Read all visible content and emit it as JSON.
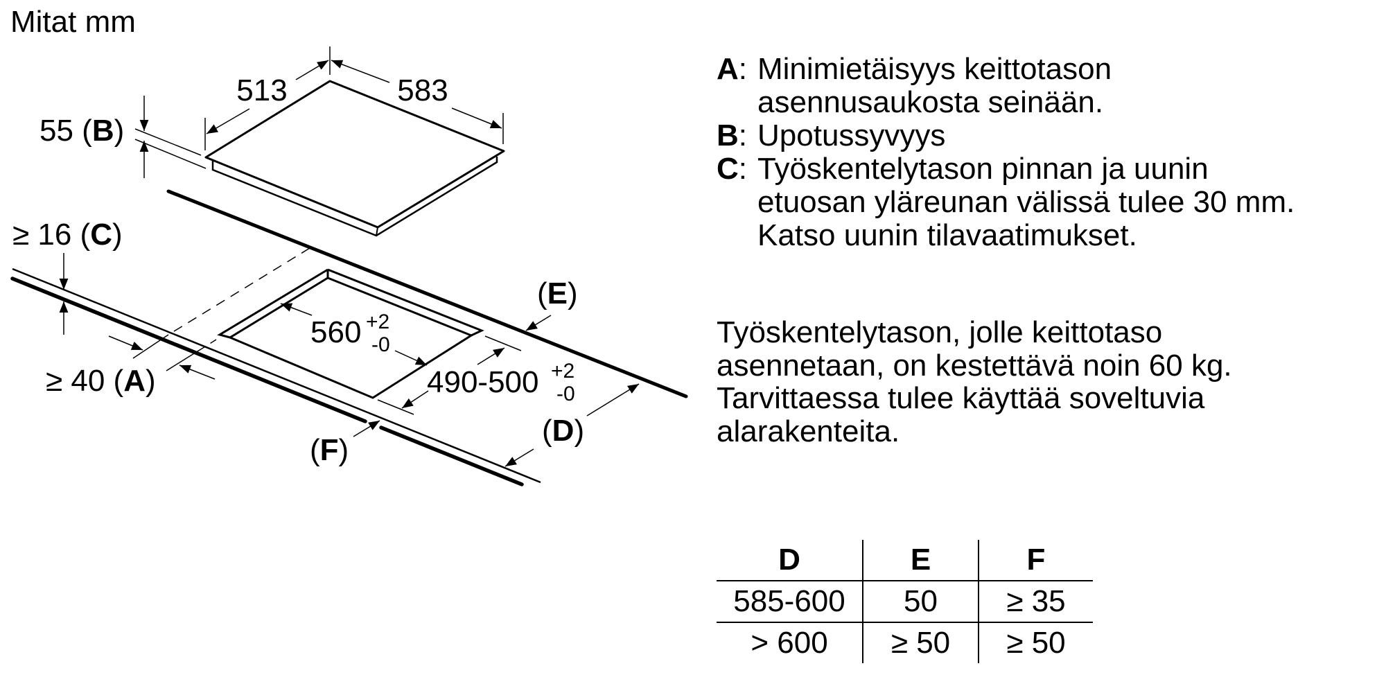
{
  "header": {
    "title": "Mitat mm"
  },
  "diagram": {
    "hob_depth": "513",
    "hob_width": "583",
    "embed_depth": {
      "value": "55 (",
      "letter": "B",
      "close": ")"
    },
    "oven_gap": {
      "value": "≥ 16 (",
      "letter": "C",
      "close": ")"
    },
    "wall_distance": {
      "value": "≥ 40 (",
      "letter": "A",
      "close": ")"
    },
    "cutout_width": {
      "value": "560",
      "tol_plus": "+2",
      "tol_minus": "-0"
    },
    "cutout_depth": {
      "value": "490-500",
      "tol_plus": "+2",
      "tol_minus": "-0"
    },
    "label_e": {
      "open": "(",
      "letter": "E",
      "close": ")"
    },
    "label_d": {
      "open": "(",
      "letter": "D",
      "close": ")"
    },
    "label_f": {
      "open": "(",
      "letter": "F",
      "close": ")"
    }
  },
  "legend": [
    {
      "key": "A",
      "lines": [
        "Minimietäisyys keittotason",
        "asennusaukosta seinään."
      ]
    },
    {
      "key": "B",
      "lines": [
        "Upotussyvyys"
      ]
    },
    {
      "key": "C",
      "lines": [
        "Työskentelytason pinnan ja uunin",
        "etuosan yläreunan välissä tulee 30 mm.",
        "Katso uunin tilavaatimukset."
      ]
    }
  ],
  "note": {
    "lines": [
      "Työskentelytason, jolle keittotaso",
      "asennetaan, on kestettävä noin 60 kg.",
      "Tarvittaessa tulee käyttää soveltuvia",
      "alarakenteita."
    ]
  },
  "table": {
    "headers": [
      "D",
      "E",
      "F"
    ],
    "rows": [
      [
        "585-600",
        "50",
        "≥ 35"
      ],
      [
        "> 600",
        "≥ 50",
        "≥ 50"
      ]
    ]
  }
}
